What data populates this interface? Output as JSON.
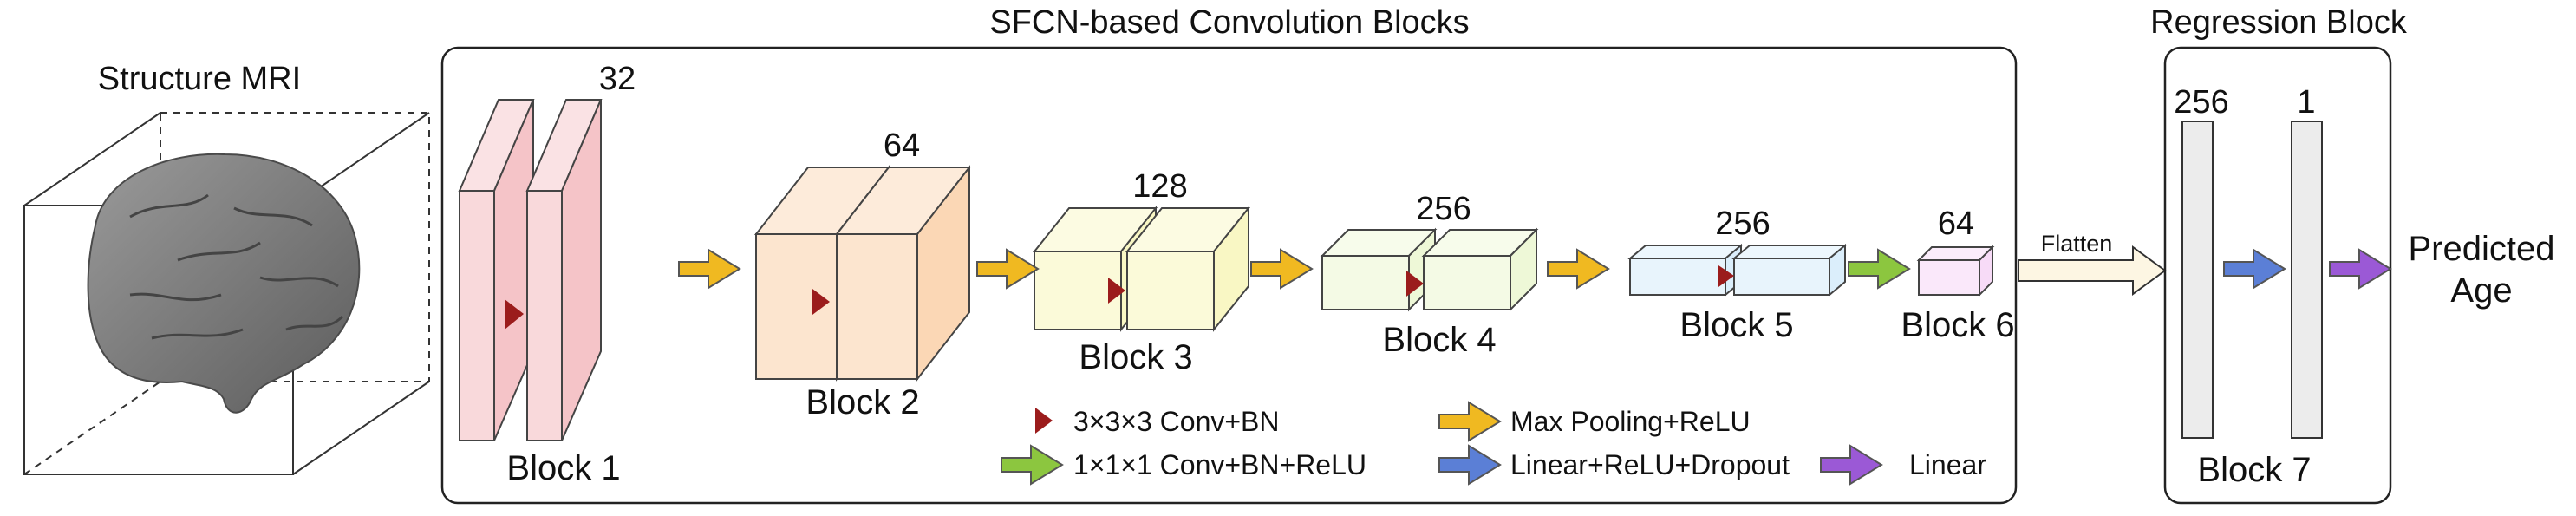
{
  "input": {
    "title": "Structure MRI"
  },
  "conv_section": {
    "title": "SFCN-based Convolution Blocks",
    "blocks": [
      {
        "label": "Block 1",
        "channels": "32",
        "color": "#f5c4c8"
      },
      {
        "label": "Block 2",
        "channels": "64",
        "color": "#fbd7b5"
      },
      {
        "label": "Block 3",
        "channels": "128",
        "color": "#f9f7c4"
      },
      {
        "label": "Block 4",
        "channels": "256",
        "color": "#eef8d7"
      },
      {
        "label": "Block 5",
        "channels": "256",
        "color": "#dbeefb"
      },
      {
        "label": "Block 6",
        "channels": "64",
        "color": "#f7dbf7"
      }
    ]
  },
  "flatten": {
    "label": "Flatten"
  },
  "regression_section": {
    "title": "Regression Block",
    "layers": [
      {
        "units": "256"
      },
      {
        "units": "1"
      }
    ],
    "block_label": "Block 7"
  },
  "output": {
    "line1": "Predicted",
    "line2": "Age"
  },
  "legend": {
    "conv3": {
      "label": "3×3×3 Conv+BN",
      "color": "#9b1c1c"
    },
    "conv1": {
      "label": "1×1×1 Conv+BN+ReLU",
      "color": "#8cc63f"
    },
    "maxpool": {
      "label": "Max Pooling+ReLU",
      "color": "#f0b921"
    },
    "lin_relu": {
      "label": "Linear+ReLU+Dropout",
      "color": "#5b7fd6"
    },
    "linear": {
      "label": "Linear",
      "color": "#9b59d6"
    }
  }
}
